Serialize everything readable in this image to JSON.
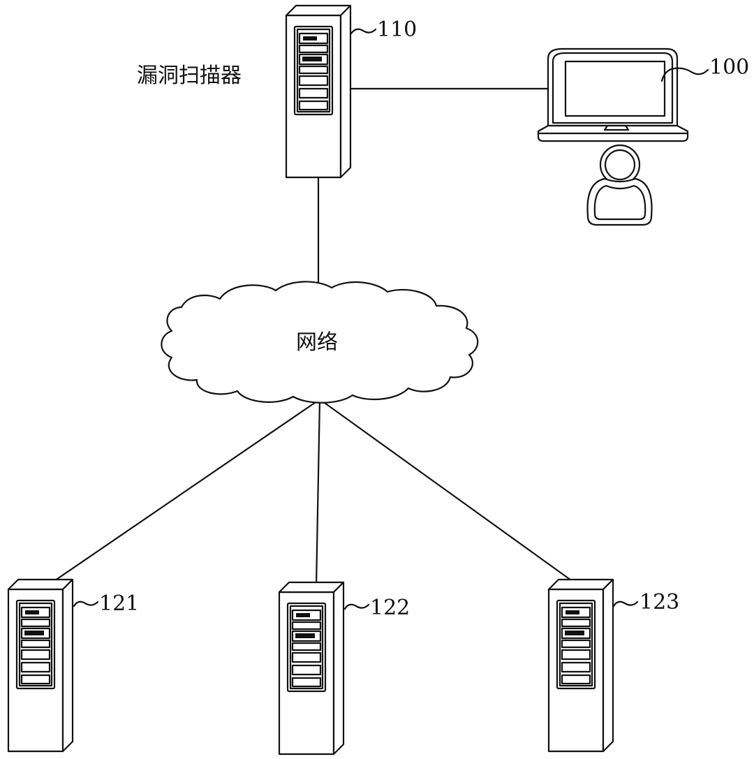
{
  "scanner": {
    "ref": "110",
    "label": "漏洞扫描器"
  },
  "terminal": {
    "ref": "100"
  },
  "network": {
    "label": "网络"
  },
  "targets": [
    {
      "ref": "121"
    },
    {
      "ref": "122"
    },
    {
      "ref": "123"
    }
  ],
  "colors": {
    "stroke": "#111111",
    "fill": "#ffffff"
  },
  "icons": {
    "server": "server-tower-icon",
    "laptop": "laptop-icon",
    "user": "user-icon",
    "cloud": "cloud-icon"
  }
}
